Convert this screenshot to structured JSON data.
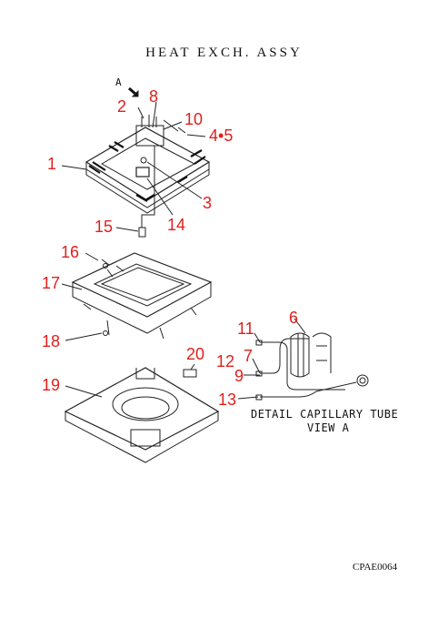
{
  "title": "HEAT  EXCH. ASSY",
  "view_label": "A",
  "detail_caption": {
    "line1": "DETAIL CAPILLARY TUBE",
    "line2": "VIEW A"
  },
  "drawing_code": "CPAE0064",
  "callout_color": "#e0201c",
  "callouts": [
    "1",
    "2",
    "3",
    "4•5",
    "6",
    "7",
    "8",
    "9",
    "10",
    "11",
    "12",
    "13",
    "14",
    "15",
    "16",
    "17",
    "18",
    "19",
    "20"
  ]
}
